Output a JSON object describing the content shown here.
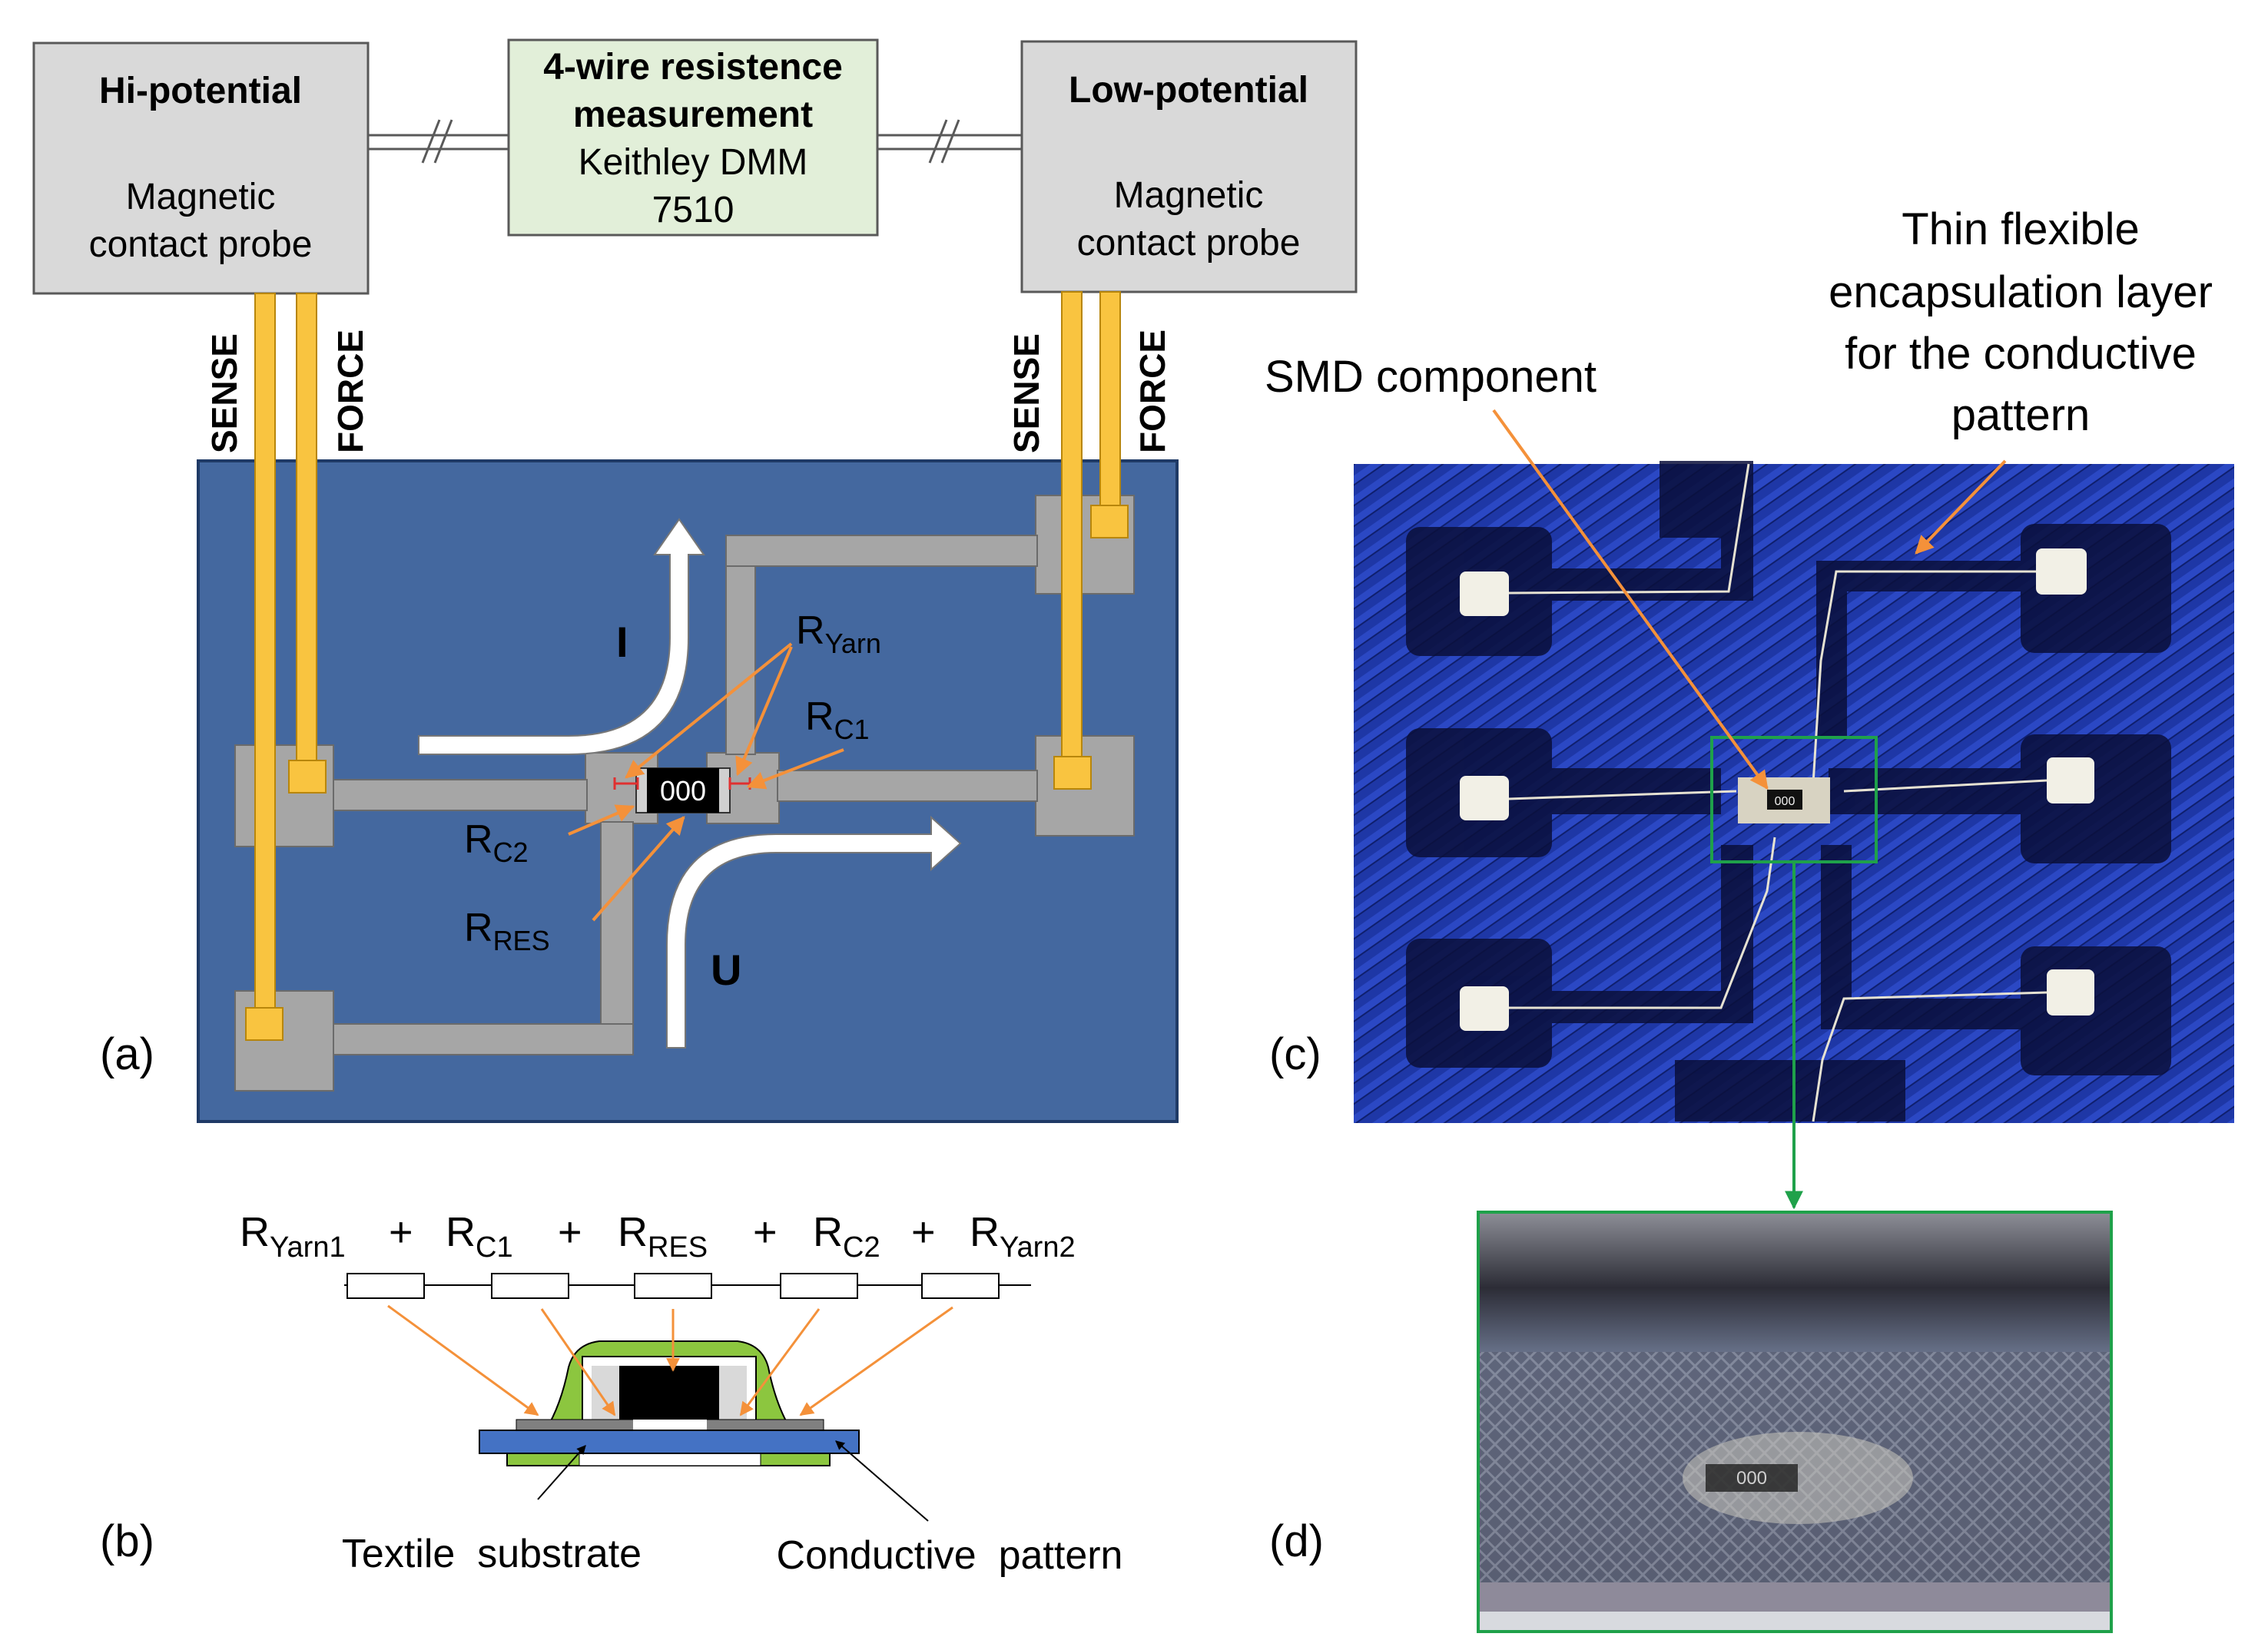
{
  "hi_box": {
    "title": "Hi-potential",
    "line1": "Magnetic",
    "line2": "contact probe"
  },
  "meas_box": {
    "line1": "4-wire resistence",
    "line2": "measurement",
    "line3": "Keithley DMM",
    "line4": "7510"
  },
  "lo_box": {
    "title": "Low-potential",
    "line1": "Magnetic",
    "line2": "contact probe"
  },
  "wire_labels": {
    "sense": "SENSE",
    "force": "FORCE"
  },
  "panel_a": {
    "label": "(a)",
    "current": "I",
    "voltage": "U",
    "smd_marking": "000",
    "r_yarn": {
      "main": "R",
      "sub": "Yarn"
    },
    "r_c1": {
      "main": "R",
      "sub": "C1"
    },
    "r_c2": {
      "main": "R",
      "sub": "C2"
    },
    "r_res": {
      "main": "R",
      "sub": "RES"
    }
  },
  "panel_b": {
    "label": "(b)",
    "terms": [
      {
        "main": "R",
        "sub": "Yarn1"
      },
      {
        "main": "R",
        "sub": "C1"
      },
      {
        "main": "R",
        "sub": "RES"
      },
      {
        "main": "R",
        "sub": "C2"
      },
      {
        "main": "R",
        "sub": "Yarn2"
      }
    ],
    "plus": "+",
    "substrate_label": "Textile  substrate",
    "pattern_label": "Conductive  pattern"
  },
  "panel_c": {
    "label": "(c)",
    "smd_label": "SMD component",
    "encap_line1": "Thin flexible",
    "encap_line2": "encapsulation layer",
    "encap_line3": "for the conductive",
    "encap_line4": "pattern",
    "smd_marking": "000"
  },
  "panel_d": {
    "label": "(d)",
    "smd_marking": "000"
  },
  "colors": {
    "box_gray": "#d9d9d9",
    "box_green": "#e2efd9",
    "board_blue": "#44689f",
    "trace_gray": "#a6a6a6",
    "probe_yellow": "#f9c440",
    "arrow_orange": "#f4913a",
    "highlight_green": "#1fa14a",
    "encap_green": "#8cc63f",
    "substrate_blue": "#4472c4"
  }
}
